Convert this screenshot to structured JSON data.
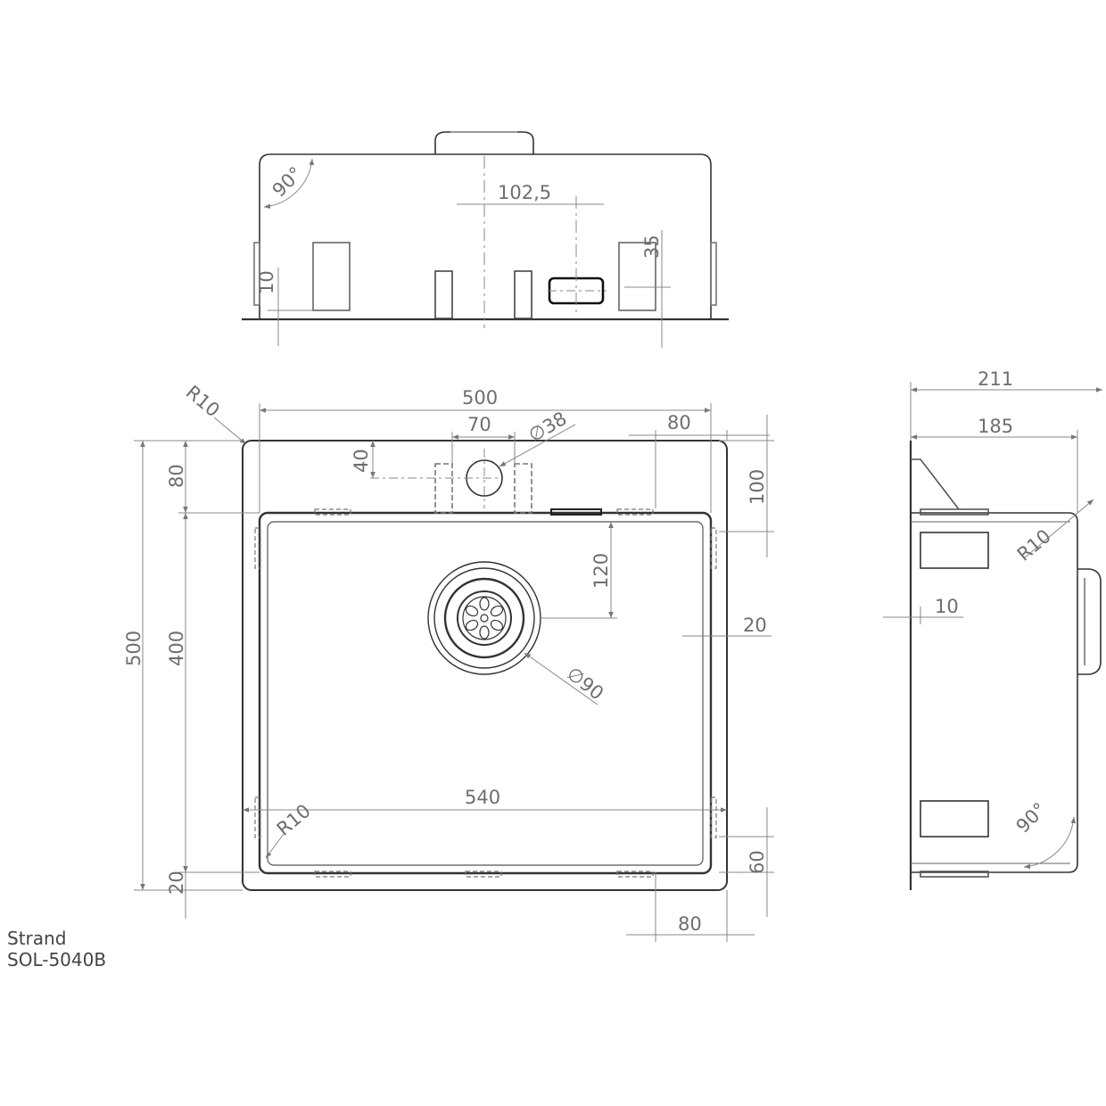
{
  "caption": {
    "line1": "Strand",
    "line2": "SOL-5040B"
  },
  "front_view": {
    "center_offset": "102,5",
    "angle": "90°",
    "dim_10": "10",
    "dim_35": "35"
  },
  "top_view": {
    "radius_corner": "R10",
    "width_inner": "500",
    "tap_spacing": "70",
    "tap_hole": "∅38",
    "offset_80_top": "80",
    "tap_offset_40": "40",
    "rim_80_left": "80",
    "height_100": "100",
    "height_500": "500",
    "height_400": "400",
    "drain_120": "120",
    "rim_20_right": "20",
    "drain_diameter": "∅90",
    "width_540": "540",
    "radius_inner": "R10",
    "rim_20_bottom": "20",
    "rim_60": "60",
    "offset_80_bottom": "80"
  },
  "side_view": {
    "overall_211": "211",
    "depth_185": "185",
    "radius": "R10",
    "wall_10": "10",
    "angle": "90°"
  }
}
